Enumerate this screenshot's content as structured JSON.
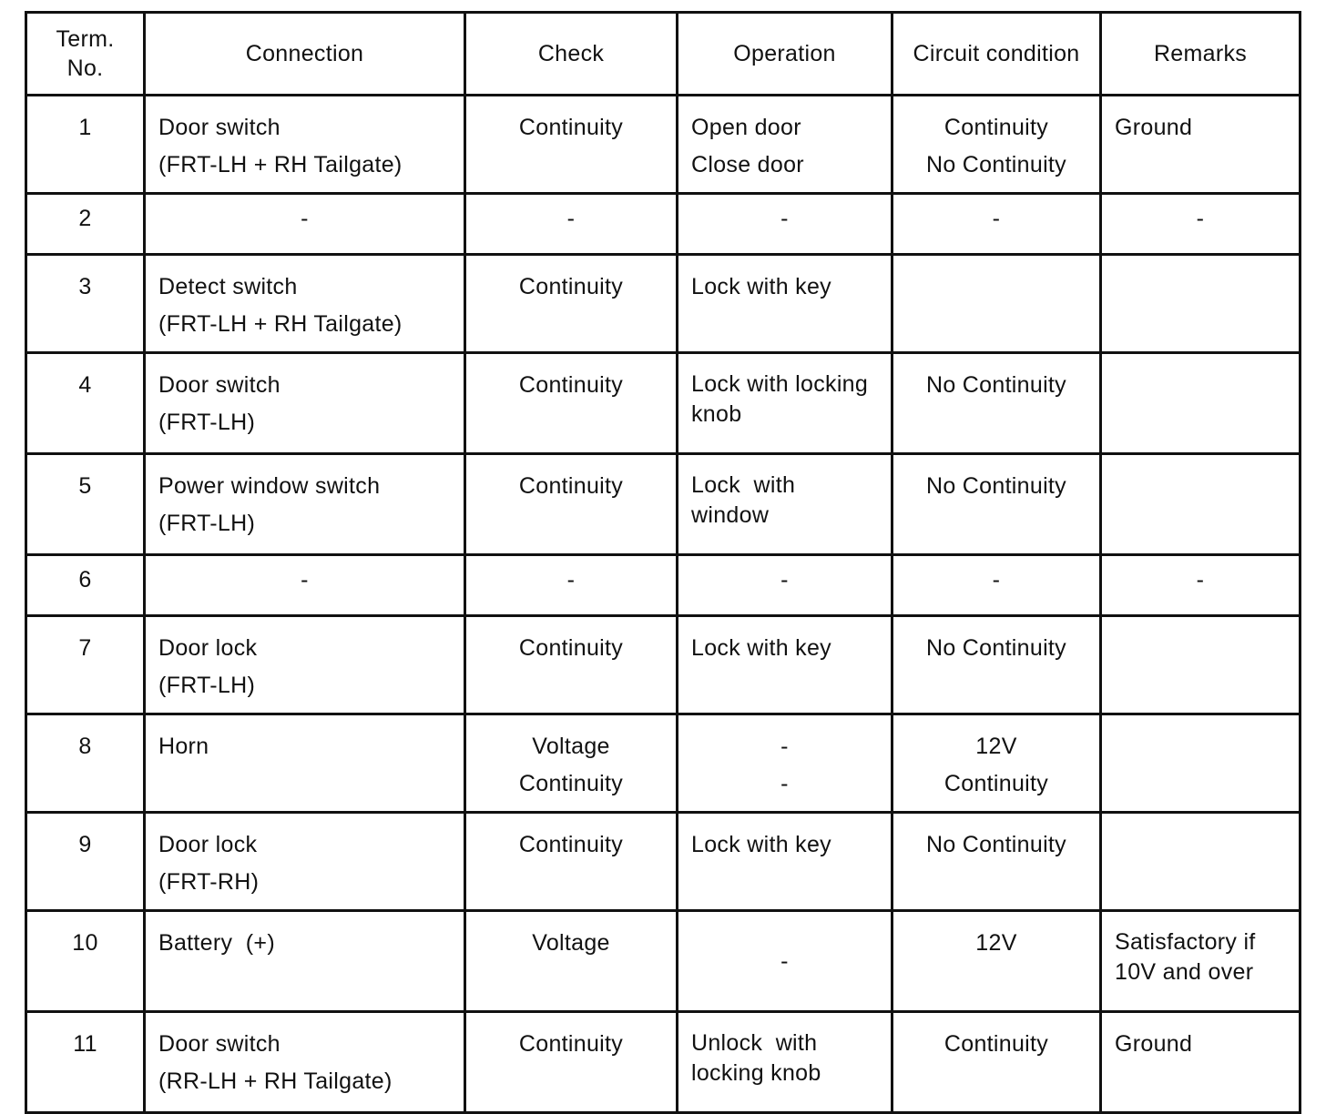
{
  "headers": {
    "term": [
      "Term.",
      "No."
    ],
    "connection": "Connection",
    "check": "Check",
    "operation": "Operation",
    "circuit": "Circuit condition",
    "remarks": "Remarks"
  },
  "rows": [
    {
      "term": "1",
      "connection": [
        "Door switch",
        "(FRT-LH + RH Tailgate)"
      ],
      "check": [
        "Continuity"
      ],
      "operation": [
        "Open door",
        "Close door"
      ],
      "circuit": [
        "Continuity",
        "No Continuity"
      ],
      "remarks": [
        "Ground"
      ]
    },
    {
      "term": "2",
      "connection": [
        "-"
      ],
      "check": [
        "-"
      ],
      "operation": [
        "-"
      ],
      "circuit": [
        "-"
      ],
      "remarks": [
        "-"
      ]
    },
    {
      "term": "3",
      "connection": [
        "Detect switch",
        "(FRT-LH + RH Tailgate)"
      ],
      "check": [
        "Continuity"
      ],
      "operation": [
        "Lock with key"
      ],
      "circuit": [],
      "remarks": []
    },
    {
      "term": "4",
      "connection": [
        "Door switch",
        "(FRT-LH)"
      ],
      "check": [
        "Continuity"
      ],
      "operation": [
        "Lock with locking",
        "knob"
      ],
      "circuit": [
        "No Continuity"
      ],
      "remarks": []
    },
    {
      "term": "5",
      "connection": [
        "Power window switch",
        "(FRT-LH)"
      ],
      "check": [
        "Continuity"
      ],
      "operation": [
        "Lock  with",
        "window"
      ],
      "circuit": [
        "No Continuity"
      ],
      "remarks": []
    },
    {
      "term": "6",
      "connection": [
        "-"
      ],
      "check": [
        "-"
      ],
      "operation": [
        "-"
      ],
      "circuit": [
        "-"
      ],
      "remarks": [
        "-"
      ]
    },
    {
      "term": "7",
      "connection": [
        "Door lock",
        "(FRT-LH)"
      ],
      "check": [
        "Continuity"
      ],
      "operation": [
        "Lock with key"
      ],
      "circuit": [
        "No Continuity"
      ],
      "remarks": []
    },
    {
      "term": "8",
      "connection": [
        "Horn"
      ],
      "check": [
        "Voltage",
        "Continuity"
      ],
      "operation": [
        "-",
        "-"
      ],
      "circuit": [
        "12V",
        "Continuity"
      ],
      "remarks": []
    },
    {
      "term": "9",
      "connection": [
        "Door lock",
        "(FRT-RH)"
      ],
      "check": [
        "Continuity"
      ],
      "operation": [
        "Lock with key"
      ],
      "circuit": [
        "No Continuity"
      ],
      "remarks": []
    },
    {
      "term": "10",
      "connection": [
        "Battery  (+)"
      ],
      "check": [
        "Voltage"
      ],
      "operation": [
        "-"
      ],
      "circuit": [
        "12V"
      ],
      "remarks": [
        "Satisfactory if",
        "10V and over"
      ]
    },
    {
      "term": "11",
      "connection": [
        "Door switch",
        "(RR-LH + RH Tailgate)"
      ],
      "check": [
        "Continuity"
      ],
      "operation": [
        "Unlock  with",
        "locking knob"
      ],
      "circuit": [
        "Continuity"
      ],
      "remarks": [
        "Ground"
      ]
    }
  ]
}
